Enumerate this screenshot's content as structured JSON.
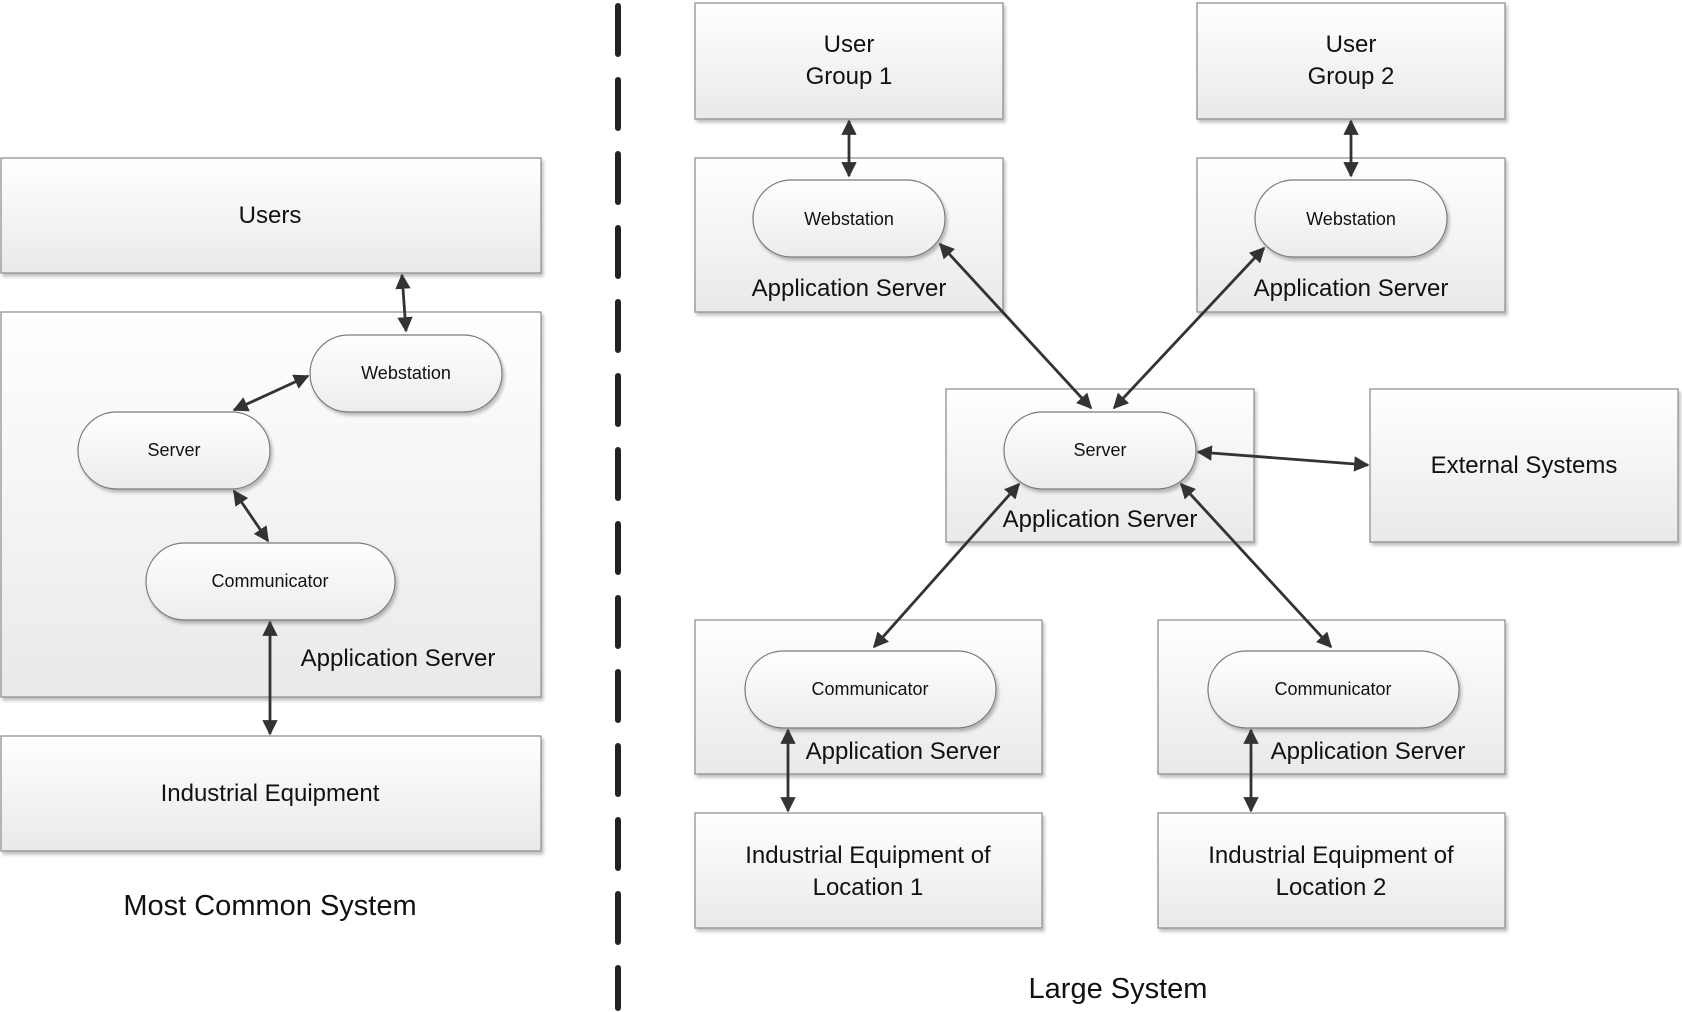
{
  "left": {
    "users": "Users",
    "app_server": "Application Server",
    "webstation": "Webstation",
    "server": "Server",
    "communicator": "Communicator",
    "industrial": "Industrial Equipment",
    "caption": "Most Common System"
  },
  "right": {
    "user_group_1": [
      "User",
      "Group 1"
    ],
    "user_group_2": [
      "User",
      "Group 2"
    ],
    "webstation_1": "Webstation",
    "webstation_2": "Webstation",
    "app_server_top_1": "Application Server",
    "app_server_top_2": "Application Server",
    "server": "Server",
    "app_server_center": "Application Server",
    "external_systems": "External Systems",
    "communicator_1": "Communicator",
    "communicator_2": "Communicator",
    "app_server_bottom_1": "Application Server",
    "app_server_bottom_2": "Application Server",
    "industrial_1": [
      "Industrial Equipment of",
      "Location 1"
    ],
    "industrial_2": [
      "Industrial Equipment of",
      "Location 2"
    ],
    "caption": "Large System"
  }
}
